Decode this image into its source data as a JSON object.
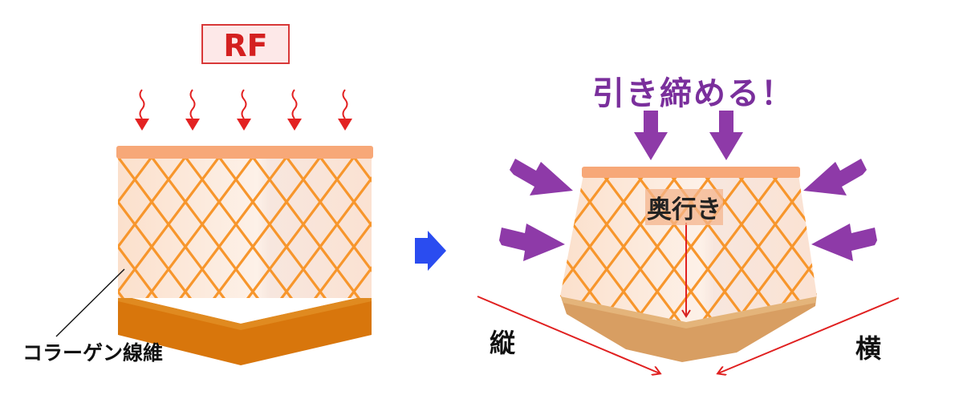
{
  "before": {
    "energy_label": "RF",
    "fiber_label": "コラーゲン線維",
    "heat_arrow_count": 5
  },
  "after": {
    "tighten_label": "引き締める！",
    "depth_label": "奥行き",
    "vertical_label": "縦",
    "horizontal_label": "横"
  },
  "colors": {
    "rf_text": "#d42020",
    "rf_border": "#d83838",
    "heat_arrow": "#e32222",
    "skin_top": "#f7a878",
    "collagen_mesh": "#f7962c",
    "base_layer": "#d8760c",
    "tighten_arrow": "#8e3aa8",
    "tighten_text": "#7a2f9c",
    "transition_arrow": "#2a4cf0",
    "dimension_arrow": "#e02020"
  }
}
